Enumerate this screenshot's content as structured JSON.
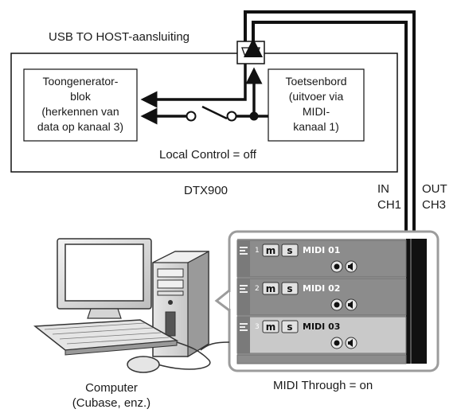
{
  "device": {
    "name": "DTX900",
    "usb_port_label": "USB TO HOST-aansluiting",
    "tone_generator": [
      "Toongenerator-",
      "blok",
      "(herkennen van",
      "data op kanaal 3)"
    ],
    "keyboard": [
      "Toetsenbord",
      "(uitvoer via",
      "MIDI-",
      "kanaal 1)"
    ],
    "local_control": "Local Control = off"
  },
  "cable": {
    "in_label": [
      "IN",
      "CH1"
    ],
    "out_label": [
      "OUT",
      "CH3"
    ]
  },
  "computer": {
    "label": [
      "Computer",
      "(Cubase, enz.)"
    ]
  },
  "daw_panel": {
    "caption": "MIDI Through = on",
    "tracks": [
      {
        "number": "1",
        "mute": "m",
        "solo": "s",
        "name": "MIDI 01",
        "selected": false
      },
      {
        "number": "2",
        "mute": "m",
        "solo": "s",
        "name": "MIDI 02",
        "selected": false
      },
      {
        "number": "3",
        "mute": "m",
        "solo": "s",
        "name": "MIDI 03",
        "selected": true
      }
    ]
  },
  "colors": {
    "line": "#111111",
    "panel_bg": "#a9a9a9",
    "track_bg": "#8c8c8c",
    "track_selected_bg": "#c9c9c9"
  }
}
